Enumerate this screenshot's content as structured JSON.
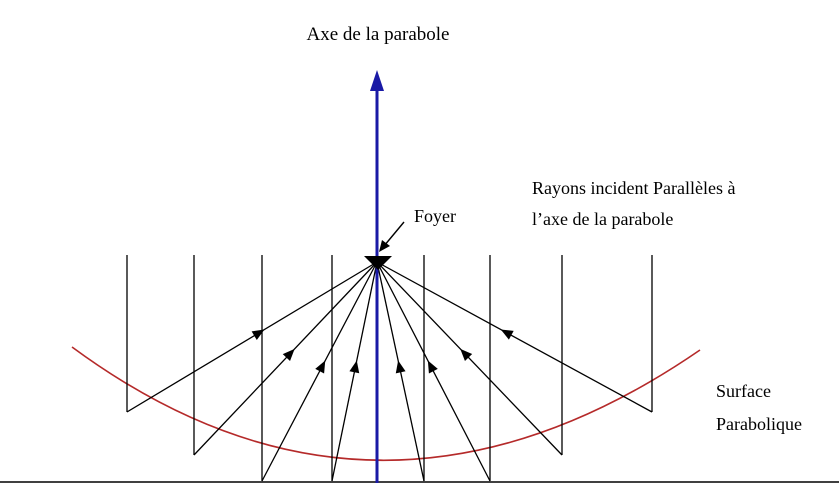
{
  "labels": {
    "axis": "Axe de la parabole",
    "focus": "Foyer",
    "rays_line1": "Rayons incident Parallèles à",
    "rays_line2": "l’axe de la parabole",
    "surface_line1": "Surface",
    "surface_line2": "Parabolique"
  },
  "colors": {
    "axis": "#1a1aa6",
    "parabola": "#b52a2a",
    "rays": "#000000",
    "focus": "#000000"
  }
}
